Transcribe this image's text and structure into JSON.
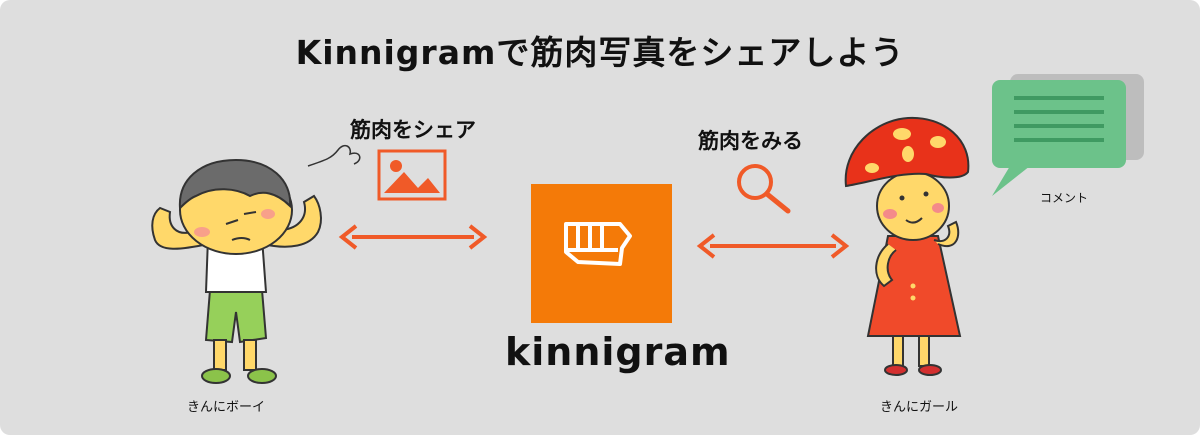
{
  "title": "Kinnigramで筋肉写真をシェアしよう",
  "share_label": "筋肉をシェア",
  "view_label": "筋肉をみる",
  "brand": "kinnigram",
  "boy_label": "きんにボーイ",
  "girl_label": "きんにガール",
  "comment_label": "コメント",
  "icons": {
    "upload": "image-icon",
    "search": "magnifier-icon",
    "app": "app-logo-icon",
    "comment": "comment-bubble-icon"
  },
  "colors": {
    "background": "#dedede",
    "accent": "#f47a08",
    "arrow": "#f05a28",
    "comment": "#6cc28a"
  }
}
